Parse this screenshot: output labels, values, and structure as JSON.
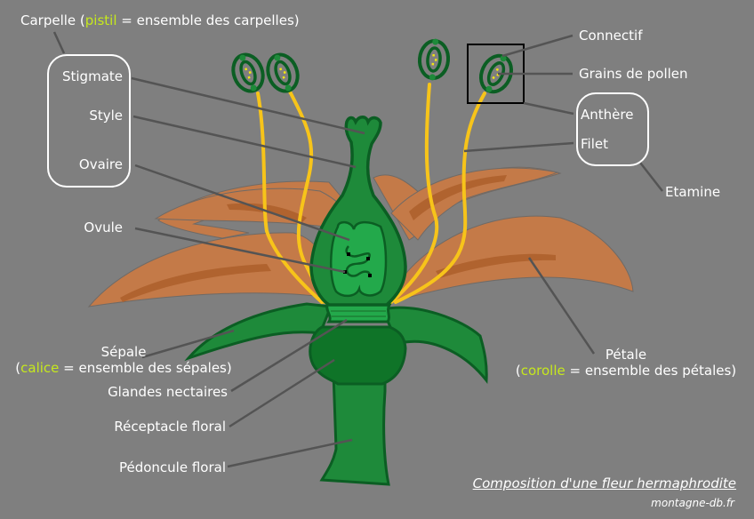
{
  "diagram": {
    "title": "Composition d'une fleur hermaphrodite",
    "credit": "montagne-db.fr",
    "colors": {
      "background": "#7f7f7f",
      "highlight": "#c6e81d",
      "petal": "#c47a48",
      "petal_vein": "#b0632f",
      "green_dark": "#0b5e23",
      "green_mid": "#1e8a3a",
      "green_light": "#23a94b",
      "receptacle": "#0f7428",
      "filament": "#f7c41a",
      "pollen": "#f2e812",
      "leader_line": "#545454"
    }
  },
  "labels": {
    "carpelle": {
      "prefix": "Carpelle (",
      "highlight": "pistil",
      "suffix": " = ensemble des carpelles)"
    },
    "stigmate": "Stigmate",
    "style": "Style",
    "ovaire": "Ovaire",
    "ovule": "Ovule",
    "sepale": {
      "line1": "Sépale",
      "prefix": "(",
      "highlight": "calice",
      "suffix": " = ensemble des sépales)"
    },
    "glandes": "Glandes nectaires",
    "receptacle": "Réceptacle floral",
    "pedoncule": "Pédoncule floral",
    "connectif": "Connectif",
    "grains": "Grains de pollen",
    "anthere": "Anthère",
    "filet": "Filet",
    "etamine": "Etamine",
    "petale": {
      "line1": "Pétale",
      "prefix": "(",
      "highlight": "corolle",
      "suffix": " = ensemble des pétales)"
    }
  }
}
